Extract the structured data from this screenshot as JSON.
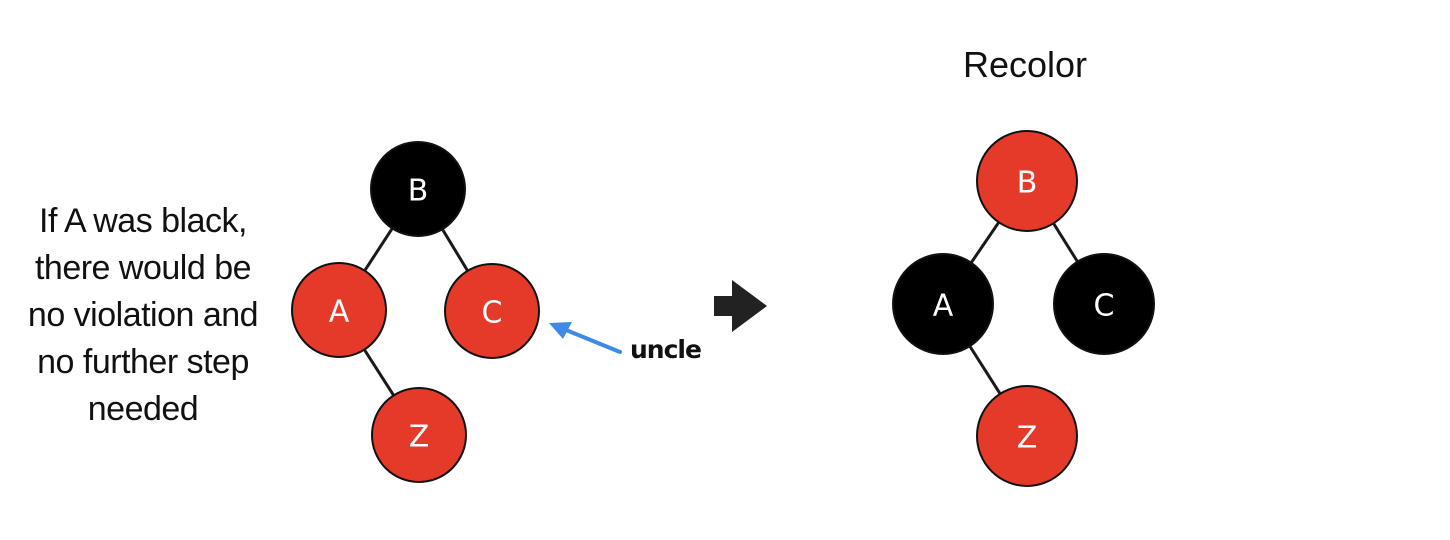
{
  "note": {
    "lines": [
      "If A was black,",
      "there would be",
      "no violation and",
      "no further step",
      "needed"
    ]
  },
  "title": "Recolor",
  "uncle_label": "uncle",
  "colors": {
    "red": "#e53a2a",
    "black": "#000000",
    "edge": "#1a1a1a",
    "pointer": "#3f8ae8",
    "transition_arrow": "#222222"
  },
  "trees": {
    "before": {
      "nodes": [
        {
          "id": "B",
          "label": "B",
          "color": "black"
        },
        {
          "id": "A",
          "label": "A",
          "color": "red"
        },
        {
          "id": "C",
          "label": "C",
          "color": "red"
        },
        {
          "id": "Z",
          "label": "Z",
          "color": "red"
        }
      ],
      "edges": [
        [
          "B",
          "A"
        ],
        [
          "B",
          "C"
        ],
        [
          "A",
          "Z"
        ]
      ]
    },
    "after": {
      "nodes": [
        {
          "id": "B",
          "label": "B",
          "color": "red"
        },
        {
          "id": "A",
          "label": "A",
          "color": "black"
        },
        {
          "id": "C",
          "label": "C",
          "color": "black"
        },
        {
          "id": "Z",
          "label": "Z",
          "color": "red"
        }
      ],
      "edges": [
        [
          "B",
          "A"
        ],
        [
          "B",
          "C"
        ],
        [
          "A",
          "Z"
        ]
      ]
    }
  }
}
